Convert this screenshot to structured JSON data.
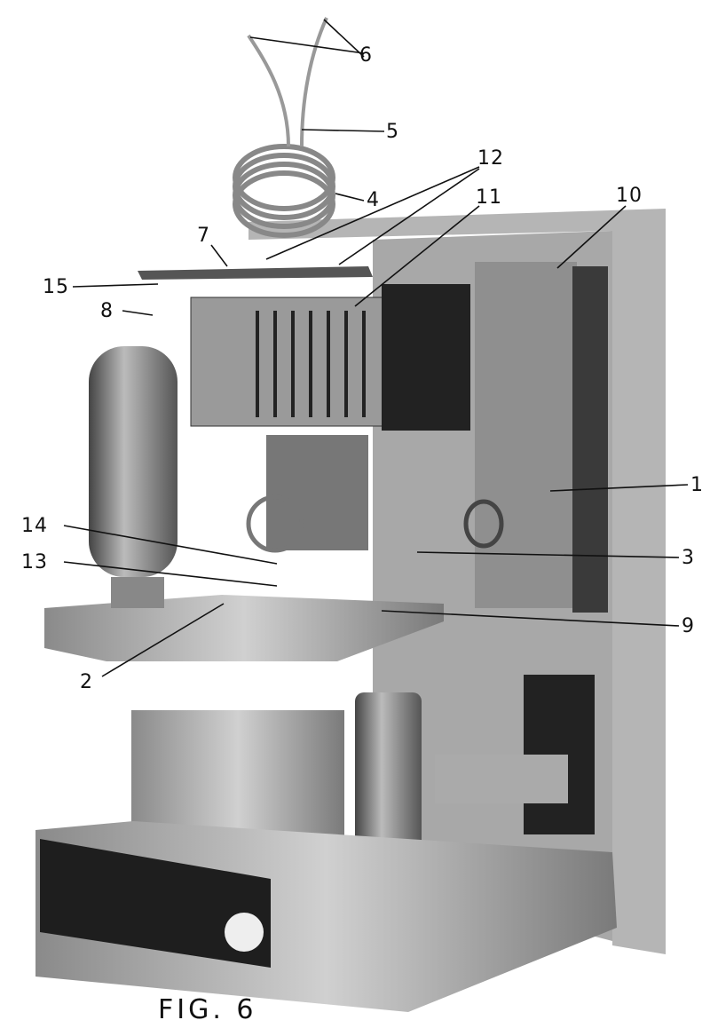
{
  "figure": {
    "caption": "FIG. 6",
    "callouts": [
      {
        "id": "6",
        "text": "6"
      },
      {
        "id": "5",
        "text": "5"
      },
      {
        "id": "4",
        "text": "4"
      },
      {
        "id": "12",
        "text": "12"
      },
      {
        "id": "11",
        "text": "11"
      },
      {
        "id": "10",
        "text": "10"
      },
      {
        "id": "7",
        "text": "7"
      },
      {
        "id": "15",
        "text": "15"
      },
      {
        "id": "8",
        "text": "8"
      },
      {
        "id": "1",
        "text": "1"
      },
      {
        "id": "14",
        "text": "14"
      },
      {
        "id": "3",
        "text": "3"
      },
      {
        "id": "13",
        "text": "13"
      },
      {
        "id": "9",
        "text": "9"
      },
      {
        "id": "2",
        "text": "2"
      }
    ]
  }
}
